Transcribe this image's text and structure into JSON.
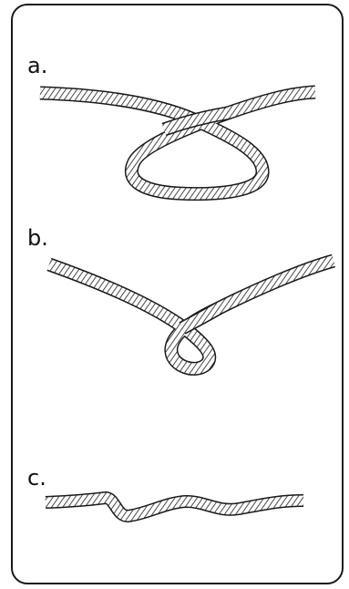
{
  "panels": [
    {
      "label": "a."
    },
    {
      "label": "b."
    },
    {
      "label": "c."
    }
  ],
  "colors": {
    "rope_outline": "#1a1a1a",
    "rope_fill": "#ffffff",
    "hatch": "#1a1a1a",
    "frame": "#1a1a1a"
  }
}
